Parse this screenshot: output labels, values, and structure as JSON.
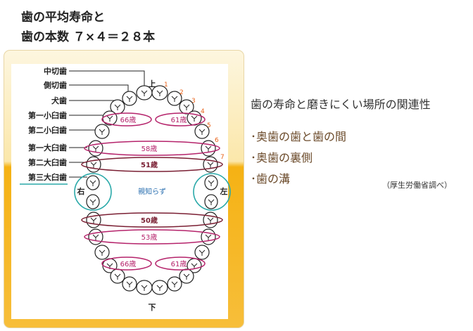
{
  "title_line1": "歯の平均寿命と",
  "title_line2": "歯の本数 ７×４＝２８本",
  "tooth_labels": [
    "中切歯",
    "側切歯",
    "犬歯",
    "第一小臼歯",
    "第二小臼歯",
    "第一大臼歯",
    "第二大臼歯",
    "第三大臼歯"
  ],
  "tooth_numbers": [
    "1",
    "2",
    "3",
    "4",
    "5",
    "6",
    "7"
  ],
  "jaw_labels": {
    "upper": "上",
    "lower": "下",
    "right": "右",
    "left": "左"
  },
  "ages": {
    "upper_premolar_right": "66歳",
    "upper_premolar_left": "61歳",
    "upper_first_molar": "58歳",
    "upper_second_molar": "51歳",
    "lower_second_molar": "50歳",
    "lower_first_molar": "53歳",
    "lower_premolar_right": "66歳",
    "lower_premolar_left": "61歳"
  },
  "wisdom_label": "親知らず",
  "right_panel": {
    "title": "歯の寿命と磨きにくい場所の関連性",
    "items": [
      "･奥歯の歯と歯の間",
      "･奥歯の裏側",
      "･歯の溝"
    ],
    "note": "（厚生労働省調べ）"
  },
  "colors": {
    "panel_gold": "#f5b214",
    "ellipse_pink": "#b5236b",
    "ellipse_dark": "#7a1f33",
    "wisdom_teal": "#2aa9a9",
    "number_orange": "#e9631a",
    "bullet_brown": "#6b4a2a"
  }
}
